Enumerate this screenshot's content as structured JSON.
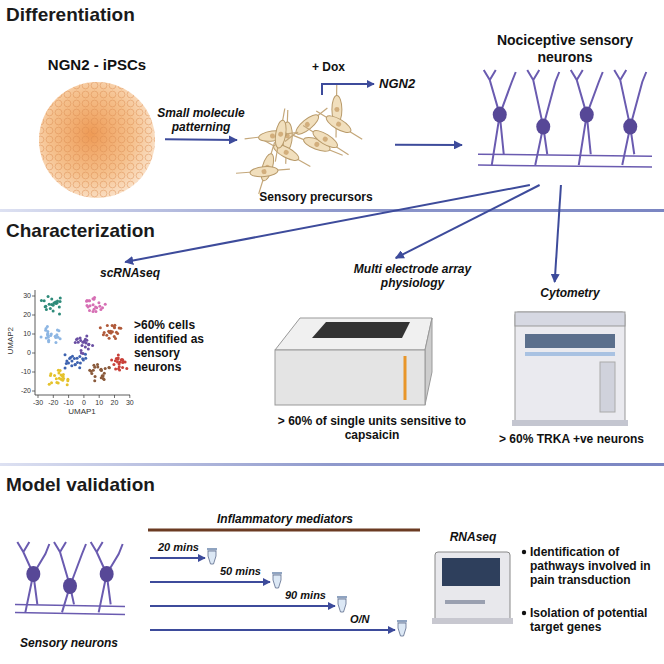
{
  "diagram": {
    "nodes": [
      {
        "text": [
          "Differentiation"
        ]
      },
      {
        "text": [
          "NGN2 - iPSCs"
        ],
        "in": 0
      },
      {
        "text": [
          "Sensory precursors"
        ],
        "in": 0
      },
      {
        "text": [
          "Nociceptive sensory neurons"
        ],
        "in": 0
      },
      {
        "text": [
          "Characterization"
        ]
      },
      {
        "text": [
          "scRNAseq",
          ">60% cells identified as sensory neurons"
        ],
        "in": 4
      },
      {
        "text": [
          "Multi electrode array physiology",
          "> 60% of single units sensitive to capsaicin"
        ],
        "in": 4
      },
      {
        "text": [
          "Cytometry",
          "> 60% TRKA +ve neurons"
        ],
        "in": 4
      },
      {
        "text": [
          "Model validation"
        ]
      },
      {
        "text": [
          "Sensory neurons"
        ],
        "in": 8
      },
      {
        "text": [
          "RNAseq"
        ],
        "in": 8
      }
    ],
    "edges": [
      {
        "from": 1,
        "to": 2,
        "label": "Small molecule patterning",
        "arrow": "to"
      },
      {
        "from": 2,
        "to": 3,
        "arrow": "to"
      },
      {
        "from": 3,
        "to": 5,
        "arrow": "to"
      },
      {
        "from": 3,
        "to": 6,
        "arrow": "to"
      },
      {
        "from": 3,
        "to": 7,
        "arrow": "to"
      }
    ],
    "labels": [
      "+ Dox",
      "NGN2",
      "UMAP1",
      "UMAP2",
      "-30",
      "-20",
      "-10",
      "0",
      "10",
      "20",
      "30",
      "30",
      "20",
      "10",
      "0",
      "-10",
      "-20",
      "Inflammatory mediators",
      "20 mins",
      "50 mins",
      "90 mins",
      "O/N",
      "Identification of pathways involved in pain transduction",
      "Isolation of potential target genes"
    ]
  }
}
